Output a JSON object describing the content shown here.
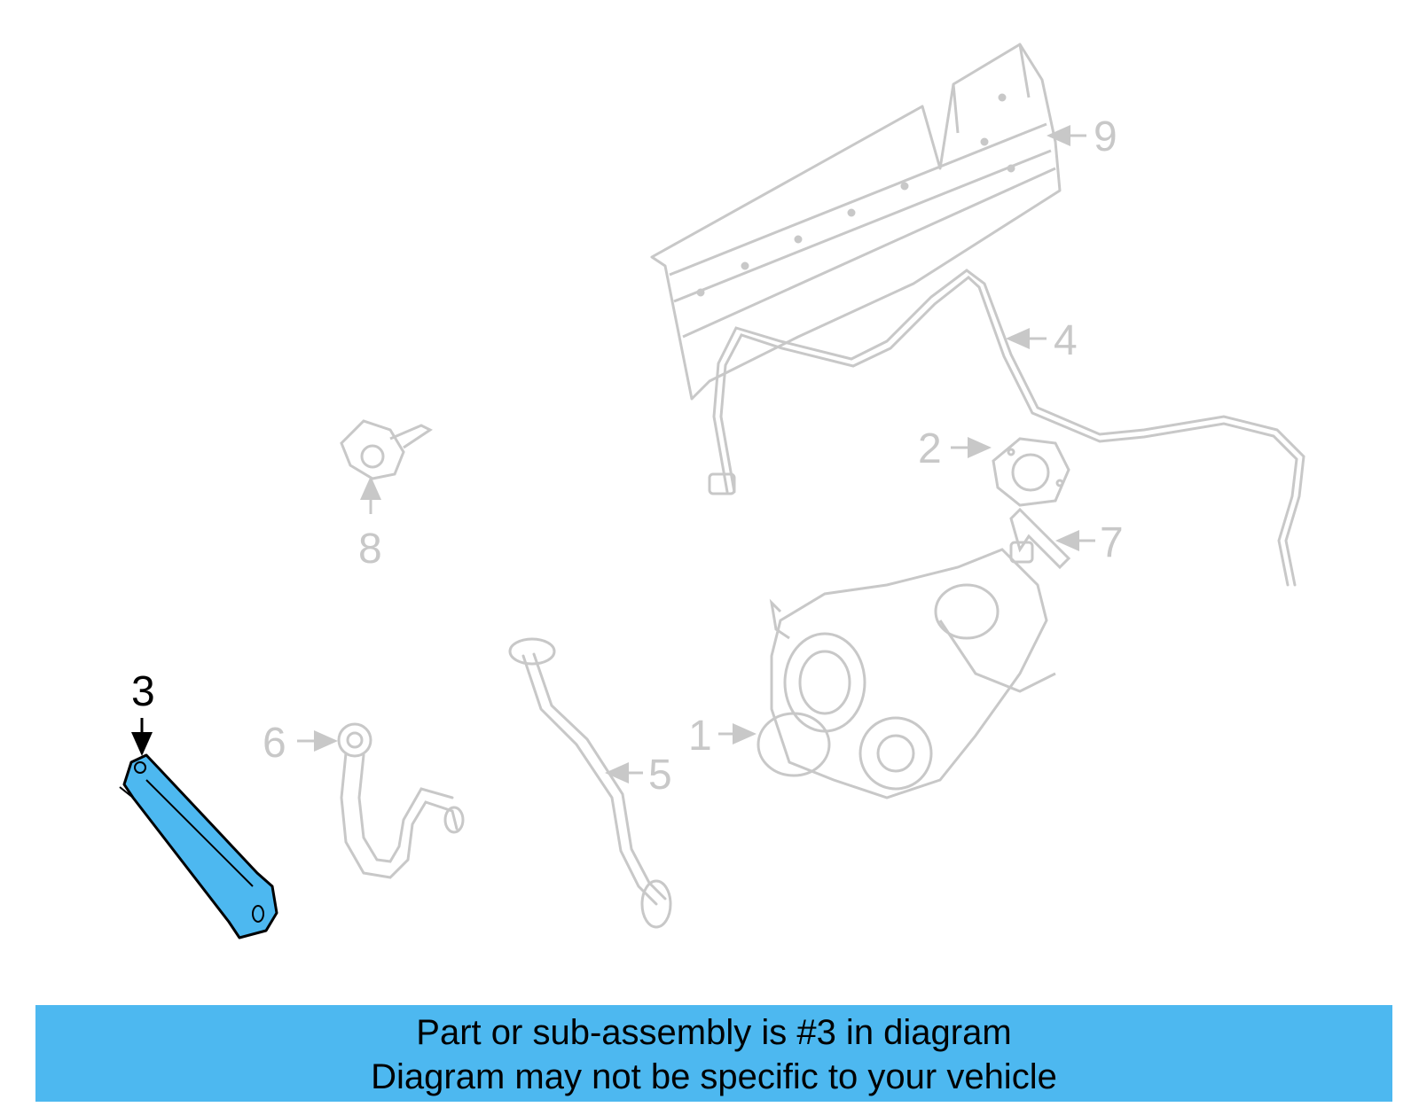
{
  "colors": {
    "faded_part": "#c8c8c8",
    "highlight_fill": "#4db8f0",
    "highlight_stroke": "#000000",
    "banner_bg": "#4db8f0"
  },
  "callouts": {
    "c1": "1",
    "c2": "2",
    "c3": "3",
    "c4": "4",
    "c5": "5",
    "c6": "6",
    "c7": "7",
    "c8": "8",
    "c9": "9"
  },
  "highlighted_part": "3",
  "banner": {
    "line1": "Part or sub-assembly is #3 in diagram",
    "line2": "Diagram may not be specific to your vehicle"
  }
}
